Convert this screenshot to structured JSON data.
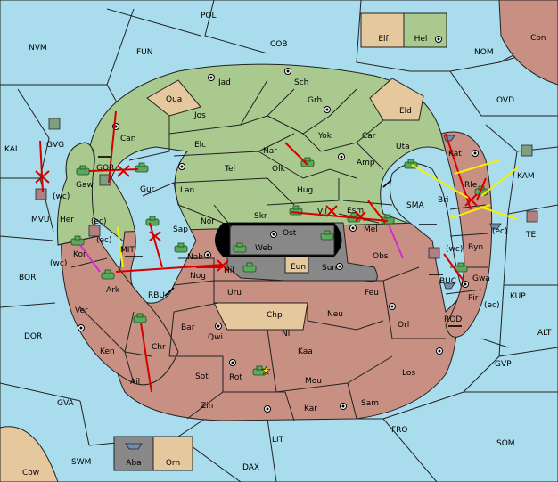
{
  "colors": {
    "sea": "#a9dcec",
    "green_power": "#a9c98f",
    "red_power": "#c79083",
    "neutral": "#e6c89e",
    "grey_power": "#888888",
    "order_move": "#d40000",
    "order_support": "#f4f000",
    "order_convoy": "#d42ad4"
  },
  "legend": {
    "left": "Elf",
    "right": "Hel"
  },
  "bottom_legend": {
    "left": "Aba",
    "right": "Orn"
  },
  "labels": {
    "POL": "POL",
    "NVM": "NVM",
    "FUN": "FUN",
    "COB": "COB",
    "NOM": "NOM",
    "Con": "Con",
    "OVD": "OVD",
    "KAL": "KAL",
    "Jad": "Jad",
    "Sch": "Sch",
    "Qua": "Qua",
    "Jos": "Jos",
    "Grh": "Grh",
    "Eld": "Eld",
    "Can": "Can",
    "Yok": "Yok",
    "Car": "Car",
    "GVG": "GVG",
    "Elc": "Elc",
    "Nar": "Nar",
    "Uta": "Uta",
    "Kat": "Kat",
    "Amp": "Amp",
    "KAM": "KAM",
    "Olk": "Olk",
    "Tel": "Tel",
    "GOR": "GOR",
    "Gaw": "Gaw",
    "Gur": "Gur",
    "Lan": "Lan",
    "Hug": "Hug",
    "Bri": "Bri",
    "Rle": "Rle",
    "SMA": "SMA",
    "MVU": "MVU",
    "Her": "Her",
    "Nor": "Nor",
    "Skr": "Skr",
    "Vil": "Vil",
    "Esm": "Esm",
    "TEI": "TEI",
    "Sap": "Sap",
    "Ost": "Ost",
    "Mel": "Mel",
    "Byn": "Byn",
    "MIT": "MIT",
    "Web": "Web",
    "Kor": "Kor",
    "Nab": "Nab",
    "Obs": "Obs",
    "BOR": "BOR",
    "Eun": "Eun",
    "Sun": "Sun",
    "Gwa": "Gwa",
    "KUP": "KUP",
    "Hil": "Hil",
    "BUC": "BUC",
    "Ark": "Ark",
    "Nog": "Nog",
    "RBU": "RBU",
    "Uru": "Uru",
    "Feu": "Feu",
    "Pir": "Pir",
    "Chp": "Chp",
    "Ver": "Ver",
    "Neu": "Neu",
    "ROD": "ROD",
    "Orl": "Orl",
    "DOR": "DOR",
    "Bar": "Bar",
    "Qwi": "Qwi",
    "Nil": "Nil",
    "ALT": "ALT",
    "Ken": "Ken",
    "Chr": "Chr",
    "Kaa": "Kaa",
    "GVP": "GVP",
    "Los": "Los",
    "Sot": "Sot",
    "Rot": "Rot",
    "Mou": "Mou",
    "Ail": "Ail",
    "GVA": "GVA",
    "Zin": "Zin",
    "Sam": "Sam",
    "Kar": "Kar",
    "FRO": "FRO",
    "LIT": "LIT",
    "SOM": "SOM",
    "SWM": "SWM",
    "DAX": "DAX",
    "Cow": "Cow"
  },
  "coast_tags": {
    "wc": "(wc)",
    "ec": "(ec)"
  }
}
